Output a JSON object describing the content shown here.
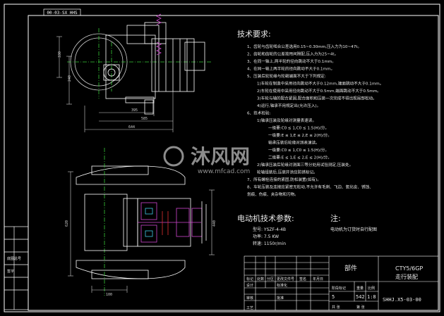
{
  "title_stamp": "00-03-SX HHS",
  "tech_req": {
    "heading": "技术要求:",
    "lines": [
      "1、齿轮与齿轮啮合公差选用0.15~0.30mm,压入力为10~47t。",
      "2、齿轮和齿轮的公差按用间隙配,压入力为25~4t。",
      "3、在同一轴上,两半轮的径向跳动不大于0.1mm。",
      "4、在同一轴上两半轮的径向跳动不大于0.1mm。",
      "5、压装后轮轮缘与轮毂端面不大于下列规定:",
      "1)车轮在制造中采用径向跳动不大于0.12mm,端面跳动不大于0.1mm。",
      "2)车轮在使用中采用径向跳动不大于0.5mm,端面跳动不大于0.5mm。",
      "3)车轮与轴的配合紧固,配合面积和压装一次完成不得出现局部松动。",
      "4)运行,轴承不用规定出(允许压入)。",
      "6、技术检验:",
      "1)轴承压装及轮缘对测量表速读。",
      "一级要:C0 ≤ 1,C0 ≤ 1.5(H)/分。",
      "一级要:E ≤ 1,E ≤ 2,E ≤ 2(H)/分。",
      "轴承压装后轮缘对测表速读。",
      "一级要:C0 ≤ 1,C0 ≤ 1.5(H)/分。",
      "二级要:E ≤ 1,E ≤ 2,E ≤ 2(H)/分。",
      "2)轴承压装后轮缘对测面三等分处用试验测定,压装处。",
      "轮轴组装后,压装并涂应防锈标记。",
      "7、所有螺栓连接的紧固,防松装置(如有)。",
      "8、车轮压装及连接应紧密无松动,不允许有毛刺、飞边、氧化皮、锈蚀、",
      "划痕、伤痕、夹杂物和污物。"
    ]
  },
  "motor": {
    "heading": "电动机技术参数:",
    "lines": [
      "型号: YSZF-4-4B",
      "功率: 7.5 KW",
      "转速: 1150r/min"
    ]
  },
  "note": {
    "heading": "注:",
    "line": "电动机为订货时自行配图"
  },
  "watermark": {
    "brand": "沐风网",
    "url": "www.mfcad.com"
  },
  "dimensions": {
    "top_left_vertical": "330",
    "top_left_vertical_2": "240",
    "top_width_1": "395",
    "top_width_2": "585",
    "top_width_3": "644",
    "bottom_vertical": "620",
    "bottom_vertical_2": "440",
    "bottom_horizontal": "100"
  },
  "title_block": {
    "part_label": "部件",
    "name_top": "CTY5/6GP",
    "name_bottom": "走行装配",
    "drawing_no": "SHHJ.X5-03-00",
    "scale": "1:8",
    "sheet_mass": "542",
    "qty": "5",
    "left_cells": [
      "标记",
      "处数",
      "分区",
      "更改文件号",
      "签名",
      "年月日"
    ],
    "role_cells": [
      "设计",
      "审核",
      "工艺"
    ],
    "sub_labels": [
      "标准化",
      "批准"
    ],
    "stage_labels": [
      "阶段标记",
      "重量",
      "比例"
    ],
    "sheet_labels": [
      "共 张",
      "第 张"
    ],
    "left_strip": [
      "底图总号",
      "签字"
    ]
  },
  "colors": {
    "background": "#000000",
    "frame": "#ffffff",
    "text": "#e8e8e8",
    "dim": "#d0d0d0",
    "magenta": "#d048d0",
    "green": "#38c838",
    "cyan": "#40c8e8",
    "red": "#e03030",
    "watermark": "#ffffff"
  }
}
